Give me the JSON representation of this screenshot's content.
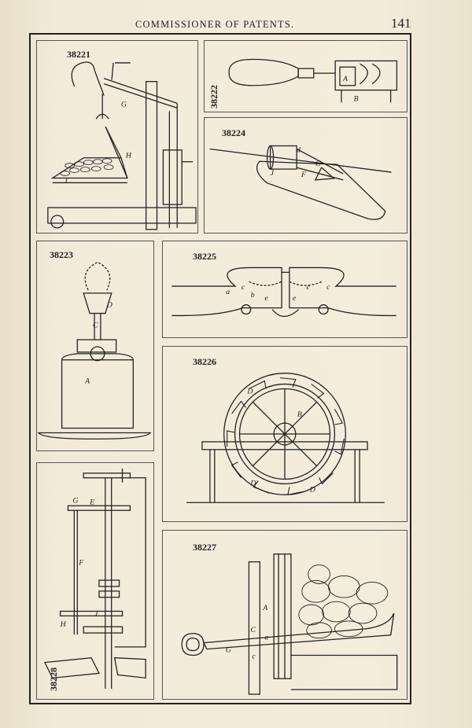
{
  "header": {
    "title": "COMMISSIONER OF PATENTS.",
    "page_number": "141"
  },
  "figures": [
    {
      "number": "38221",
      "labels": [
        "G",
        "H",
        "I"
      ]
    },
    {
      "number": "38222",
      "labels": [
        "A",
        "B"
      ]
    },
    {
      "number": "38224",
      "labels": [
        "d",
        "J",
        "C",
        "F"
      ]
    },
    {
      "number": "38223",
      "labels": [
        "D",
        "C",
        "A"
      ]
    },
    {
      "number": "38225",
      "labels": [
        "a",
        "c",
        "b",
        "e",
        "e",
        "c",
        "c"
      ]
    },
    {
      "number": "38226",
      "labels": [
        "D",
        "B",
        "D",
        "D"
      ]
    },
    {
      "number": "38228",
      "labels": [
        "G",
        "E",
        "F",
        "J",
        "H"
      ]
    },
    {
      "number": "38227",
      "labels": [
        "A",
        "C",
        "a",
        "c",
        "G"
      ]
    }
  ]
}
